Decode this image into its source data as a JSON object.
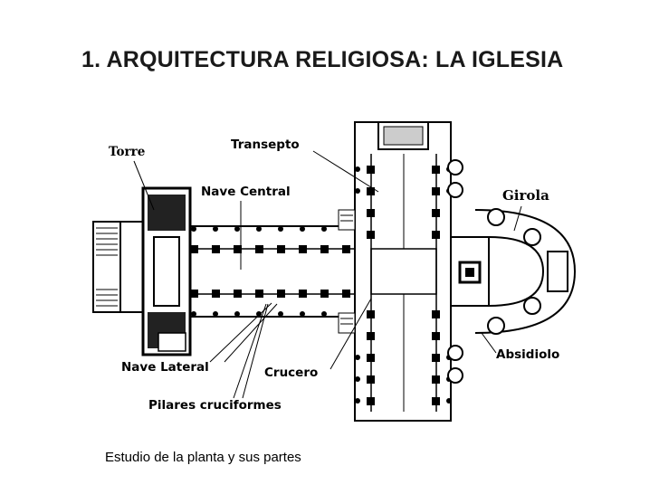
{
  "title": "1. ARQUITECTURA RELIGIOSA: LA IGLESIA",
  "labels": {
    "torre": "Torre",
    "transepto": "Transepto",
    "nave_central": "Nave Central",
    "girola": "Girola",
    "nave_lateral": "Nave Lateral",
    "crucero": "Crucero",
    "absidiolo": "Absidiolo",
    "pilares": "Pilares cruciformes"
  },
  "caption": "Estudio de la planta  y sus partes"
}
